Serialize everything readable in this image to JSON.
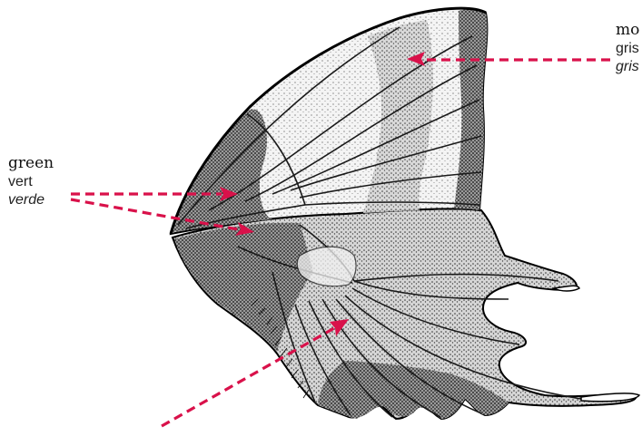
{
  "labels": {
    "green": {
      "en": "green",
      "fr": "vert",
      "es": "verde"
    },
    "mo": {
      "en": "mo",
      "fr": "gris",
      "es": "gris"
    }
  },
  "colors": {
    "pointer": "#d9114a",
    "ink": "#000000",
    "background": "#ffffff"
  }
}
